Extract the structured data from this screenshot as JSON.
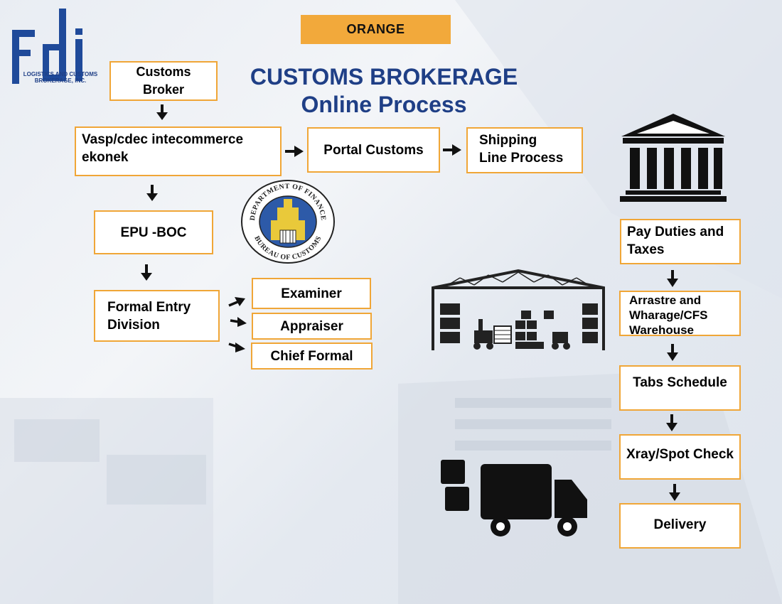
{
  "header": {
    "tag": "ORANGE",
    "title_line1": "CUSTOMS BROKERAGE",
    "title_line2": "Online Process"
  },
  "logo": {
    "mark": "fdi",
    "subtitle_line1": "LOGISTICS AND CUSTOMS",
    "subtitle_line2": "BROKERAGE, INC."
  },
  "seal": {
    "top_text": "DEPARTMENT OF FINANCE",
    "bottom_text": "BUREAU OF CUSTOMS"
  },
  "flow": {
    "customs_broker": "Customs Broker",
    "vasp_line1": "Vasp/cdec intecommerce",
    "vasp_line2": "ekonek",
    "portal_customs": "Portal Customs",
    "shipping_line1": "Shipping",
    "shipping_line2": "Line Process",
    "epu_boc": "EPU -BOC",
    "formal_entry_line1": "Formal Entry",
    "formal_entry_line2": "Division",
    "examiner": "Examiner",
    "appraiser": "Appraiser",
    "chief_formal": "Chief Formal",
    "pay_duties_line1": "Pay Duties and",
    "pay_duties_line2": "Taxes",
    "arrastre_line1": "Arrastre and",
    "arrastre_line2": "Wharage/CFS",
    "arrastre_line3": "Warehouse",
    "tabs_schedule": "Tabs Schedule",
    "xray": "Xray/Spot Check",
    "delivery": "Delivery"
  },
  "colors": {
    "accent": "#f0a637",
    "title": "#1f3f86",
    "arrow": "#111111"
  },
  "icons": [
    "bank-icon",
    "warehouse-icon",
    "truck-icon",
    "customs-seal"
  ]
}
